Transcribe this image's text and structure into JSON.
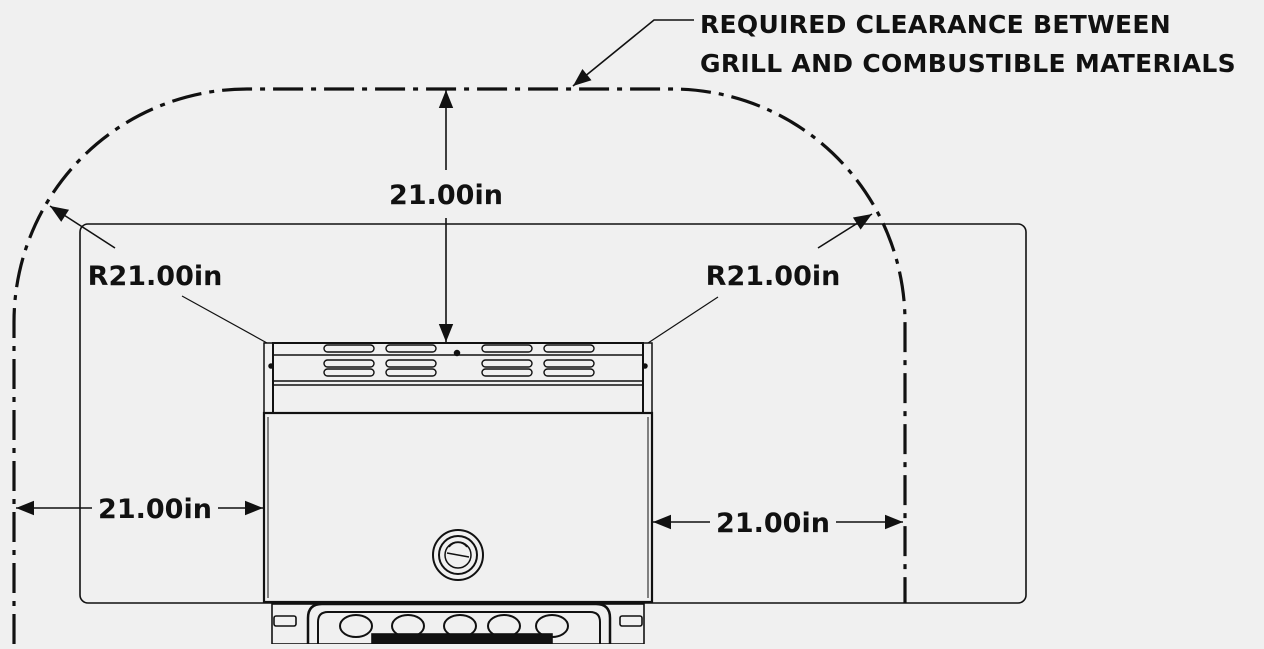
{
  "callout": {
    "line1": "REQUIRED CLEARANCE BETWEEN",
    "line2": "GRILL AND COMBUSTIBLE MATERIALS"
  },
  "dimensions": {
    "top": "21.00in",
    "left": "21.00in",
    "right": "21.00in",
    "radius_left": "R21.00in",
    "radius_right": "R21.00in"
  },
  "colors": {
    "background": "#f0f0f0",
    "line": "#111111"
  }
}
